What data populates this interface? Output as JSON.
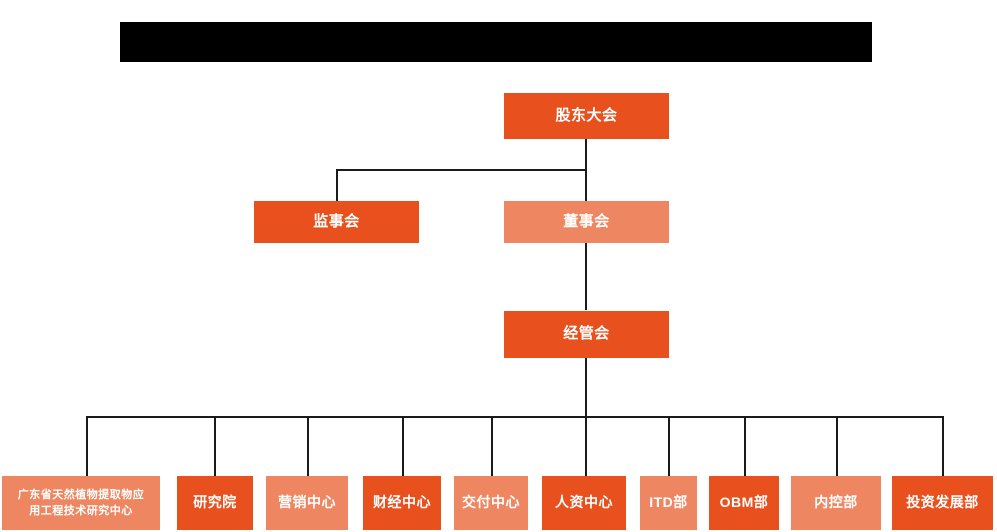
{
  "diagram": {
    "title_bar": {
      "name": "redacted-title-bar",
      "text": ""
    },
    "colors": {
      "accent_dark": "#e8511e",
      "accent_light": "#ee8761",
      "line": "#1a1a1a",
      "background": "#ffffff",
      "redaction": "#000000",
      "text": "#ffffff"
    },
    "levels": [
      {
        "level": 1,
        "nodes": [
          {
            "id": "shareholders-meeting",
            "label": "股东大会",
            "tone": "dark"
          }
        ]
      },
      {
        "level": 2,
        "nodes": [
          {
            "id": "board-of-supervisors",
            "label": "监事会",
            "tone": "dark"
          },
          {
            "id": "board-of-directors",
            "label": "董事会",
            "tone": "light"
          }
        ]
      },
      {
        "level": 3,
        "nodes": [
          {
            "id": "management-committee",
            "label": "经管会",
            "tone": "dark"
          }
        ]
      },
      {
        "level": 4,
        "nodes": [
          {
            "id": "engineering-research-center",
            "label": "广东省天然植物提取物应用工程技术研究中心",
            "label_line1": "广东省天然植物提取物应",
            "label_line2": "用工程技术研究中心",
            "tone": "light"
          },
          {
            "id": "research-institute",
            "label": "研究院",
            "tone": "dark"
          },
          {
            "id": "marketing-center",
            "label": "营销中心",
            "tone": "light"
          },
          {
            "id": "finance-center",
            "label": "财经中心",
            "tone": "dark"
          },
          {
            "id": "delivery-center",
            "label": "交付中心",
            "tone": "light"
          },
          {
            "id": "hr-center",
            "label": "人资中心",
            "tone": "dark"
          },
          {
            "id": "itd-department",
            "label": "ITD部",
            "tone": "light"
          },
          {
            "id": "obm-department",
            "label": "OBM部",
            "tone": "dark"
          },
          {
            "id": "internal-control-department",
            "label": "内控部",
            "tone": "light"
          },
          {
            "id": "investment-development-department",
            "label": "投资发展部",
            "tone": "dark"
          }
        ]
      }
    ]
  }
}
